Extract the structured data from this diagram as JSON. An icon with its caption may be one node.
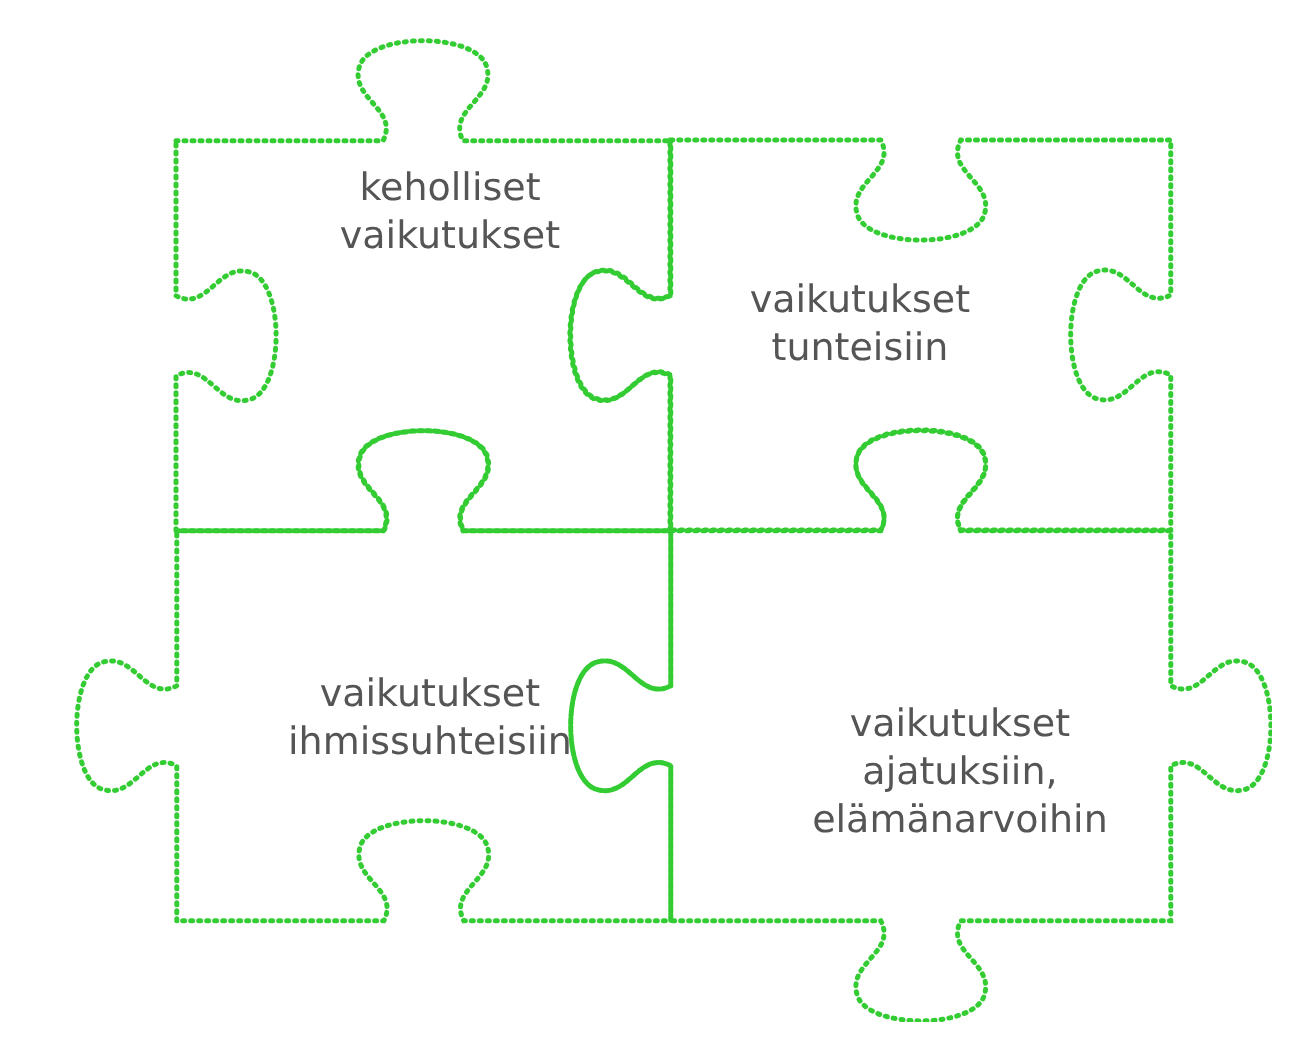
{
  "diagram": {
    "nodes": [
      {
        "text": [
          "keholliset vaikutukset"
        ]
      },
      {
        "text": [
          "vaikutukset tunteisiin"
        ]
      },
      {
        "text": [
          "vaikutukset ihmissuhteisiin"
        ]
      },
      {
        "text": [
          "vaikutukset ajatuksiin, elämänarvoihin"
        ]
      }
    ]
  }
}
